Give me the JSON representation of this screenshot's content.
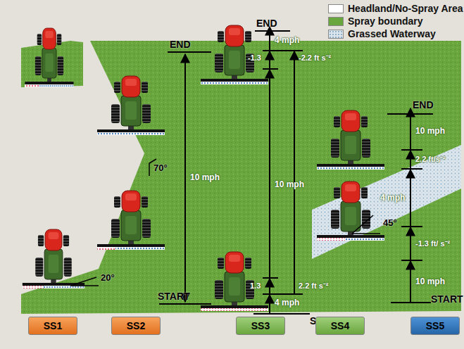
{
  "diagram": {
    "nodes": [
      {
        "text": [
          "SS1"
        ]
      },
      {
        "text": [
          "SS2"
        ]
      },
      {
        "text": [
          "SS3"
        ]
      },
      {
        "text": [
          "SS4"
        ]
      },
      {
        "text": [
          "SS5"
        ]
      }
    ],
    "labels": [
      "END",
      "START",
      "10 mph",
      "70°",
      "20°",
      "END",
      "4 mph",
      "-1.3",
      "-2.2 ft s⁻²",
      "10 mph",
      "1.3",
      "2.2 ft s⁻²",
      "4 mph",
      "START",
      "END",
      "10 mph",
      "2.2 ft/s⁻²",
      "45°",
      "4 mph",
      "-1.3 ft/ s⁻²",
      "10 mph",
      "START"
    ],
    "legend": [
      {
        "text": "Headland/No-Spray Area",
        "color": "#ffffff"
      },
      {
        "text": "Spray boundary",
        "color": "#6aa63e"
      },
      {
        "text": "Grassed Waterway"
      }
    ]
  }
}
